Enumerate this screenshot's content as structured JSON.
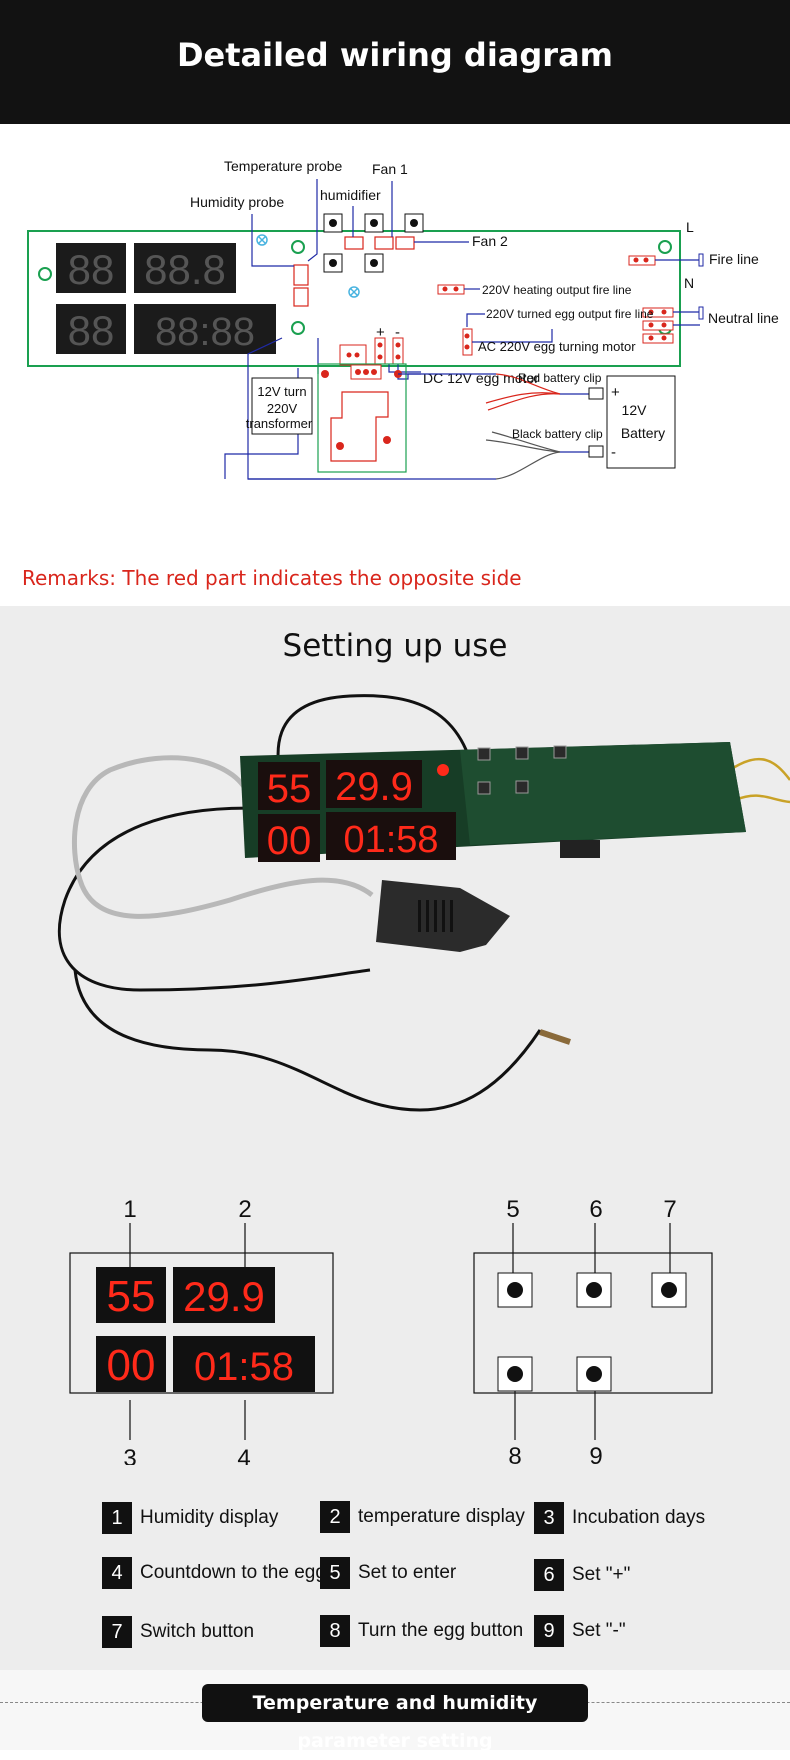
{
  "header": {
    "title": "Detailed wiring diagram"
  },
  "wiring": {
    "labels": {
      "temperature_probe": "Temperature probe",
      "fan1": "Fan 1",
      "humidifier": "humidifier",
      "humidity_probe": "Humidity probe",
      "fan2": "Fan 2",
      "l": "L",
      "fire_line": "Fire line",
      "heating_output": "220V heating output fire line",
      "n": "N",
      "neutral_line": "Neutral line",
      "turned_egg_output": "220V turned egg output fire line",
      "ac_motor": "AC 220V egg turning motor",
      "plus": "+",
      "minus": "-",
      "dc_motor": "DC 12V egg motor",
      "transformer_line1": "12V turn",
      "transformer_line2": "220V",
      "transformer_line3": "transformer",
      "red_clip": "Red battery clip",
      "black_clip": "Black battery clip",
      "battery_plus": "+",
      "battery_minus": "-",
      "battery_line1": "12V",
      "battery_line2": "Battery"
    },
    "digit_faces": {
      "row1_left": "88",
      "row1_right": "88.8",
      "row2_left": "88",
      "row2_right": "88:88"
    }
  },
  "remarks": "Remarks: The red part indicates the opposite side",
  "setup": {
    "title": "Setting up use",
    "photo_digits": {
      "row1_left": "55",
      "row1_right": "29.9",
      "row2_left": "00",
      "row2_right": "01:58"
    },
    "callouts": [
      "1",
      "2",
      "3",
      "4",
      "5",
      "6",
      "7",
      "8",
      "9"
    ],
    "display_digits": {
      "row1_left": "55",
      "row1_right": "29.9",
      "row2_left": "00",
      "row2_right": "01:58"
    },
    "legend": [
      {
        "num": "1",
        "label": "Humidity display"
      },
      {
        "num": "2",
        "label": "temperature display"
      },
      {
        "num": "3",
        "label": "Incubation days"
      },
      {
        "num": "4",
        "label": "Countdown to the egg"
      },
      {
        "num": "5",
        "label": "Set to enter"
      },
      {
        "num": "6",
        "label": "Set \"+\""
      },
      {
        "num": "7",
        "label": "Switch button"
      },
      {
        "num": "8",
        "label": "Turn the egg button"
      },
      {
        "num": "9",
        "label": "Set \"-\""
      }
    ]
  },
  "footer": {
    "label": "Temperature and humidity parameter setting"
  },
  "colors": {
    "board_outline": "#1aa050",
    "wire": "#1f2aa6",
    "red_side": "#d9261c",
    "led_red": "#ff2a1a"
  }
}
